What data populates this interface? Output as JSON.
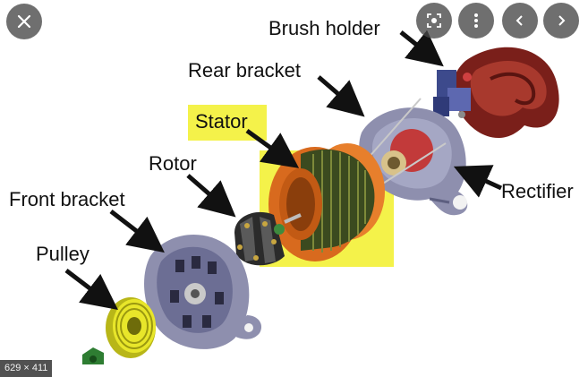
{
  "viewer": {
    "dimensions_badge": "629 × 411",
    "controls": {
      "close": "close-icon",
      "lens": "lens-icon",
      "more": "more-vert-icon",
      "previous": "chevron-left-icon",
      "next": "chevron-right-icon"
    }
  },
  "diagram": {
    "labels": {
      "brush_holder": "Brush holder",
      "rear_bracket": "Rear bracket",
      "stator": "Stator",
      "rotor": "Rotor",
      "front_bracket": "Front bracket",
      "pulley": "Pulley",
      "rectifier": "Rectifier"
    },
    "colors": {
      "highlight": "#f4f24a",
      "bracket": "#8e8fae",
      "stator_ring": "#d86a1e",
      "stator_core": "#3b4a1f",
      "pulley": "#e8e62a",
      "cover": "#7a1f1a",
      "nut": "#2e7d32"
    }
  }
}
